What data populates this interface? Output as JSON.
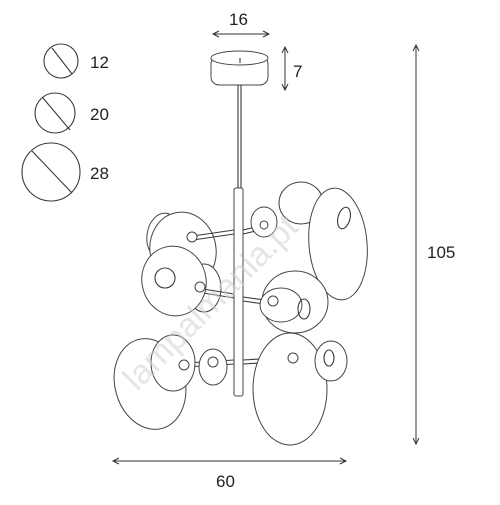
{
  "legend": {
    "sizes": [
      {
        "label": "12",
        "icon": "circle-12-icon"
      },
      {
        "label": "20",
        "icon": "circle-20-icon"
      },
      {
        "label": "28",
        "icon": "circle-28-icon"
      }
    ]
  },
  "dimensions": {
    "canopy_width": "16",
    "canopy_height": "7",
    "total_height": "105",
    "total_width": "60"
  },
  "watermark": "lampalmania.pt",
  "colors": {
    "line": "#3a3a3a",
    "background": "#ffffff",
    "watermark": "#cfcfcf"
  }
}
